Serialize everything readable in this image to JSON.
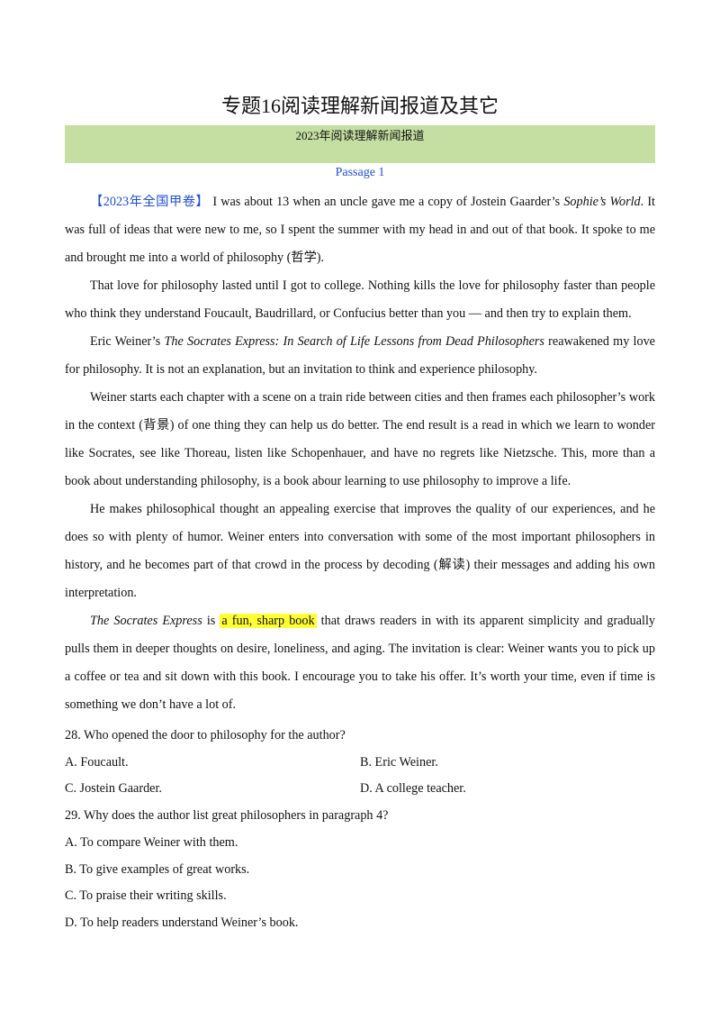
{
  "title": "专题16阅读理解新闻报道及其它",
  "banner": "2023年阅读理解新闻报道",
  "passage_label": "Passage  1",
  "paragraphs": {
    "p1": {
      "tag": "【2023年全国甲卷】",
      "text1": " I was about 13 when an uncle gave me a copy of Jostein Gaarder’s ",
      "italic": "Sophie’s World",
      "text2": ". It was full of ideas that were new to me, so I spent the summer with my head in and out of that book. It spoke to me and brought me into a world of philosophy (哲学)."
    },
    "p2": "That love for philosophy lasted until I got to college. Nothing kills the love for philosophy faster than people who think they understand Foucault, Baudrillard, or Confucius better than you — and then try to explain them.",
    "p3": {
      "text1": "Eric Weiner’s ",
      "italic": "The Socrates Express: In Search of Life Lessons from Dead Philosophers",
      "text2": " reawakened my love for philosophy. It is not an explanation, but an invitation to think and experience philosophy."
    },
    "p4": "Weiner starts each chapter with a scene on a train ride between cities and then frames each philosopher’s work in the context (背景) of one thing they can help us do better. The end result is a read in which we learn to wonder like Socrates, see like Thoreau, listen like Schopenhauer, and have no regrets like Nietzsche. This, more than a book about understanding philosophy, is a book abour learning to use philosophy to improve a life.",
    "p5": "He makes philosophical thought an appealing exercise that improves the quality of our experiences, and he does so with plenty of humor. Weiner enters into conversation with some of the most important philosophers in history, and he becomes part of that crowd in the process by decoding (解读) their messages and adding his own interpretation.",
    "p6": {
      "italic": "The Socrates Express",
      "text1": " is ",
      "highlight": "a fun, sharp book",
      "text2": " that draws readers in with its apparent simplicity and gradually pulls them in deeper thoughts on desire, loneliness, and aging. The invitation is clear: Weiner wants you to pick up a coffee or tea and sit down with this book. I encourage you to take his offer. It’s worth your time, even if time is something we don’t have a lot of."
    }
  },
  "questions": {
    "q28": {
      "stem": "28.  Who opened the door to philosophy for the author?",
      "a": "A.  Foucault.",
      "b": "B.  Eric Weiner.",
      "c": "C.  Jostein Gaarder.",
      "d": "D.  A college teacher."
    },
    "q29": {
      "stem": "29.  Why does the author list great philosophers in paragraph 4?",
      "a": "A.  To compare Weiner with them.",
      "b": "B.  To give examples of great works.",
      "c": "C.  To praise their writing skills.",
      "d": "D.  To help readers understand Weiner’s book."
    }
  }
}
